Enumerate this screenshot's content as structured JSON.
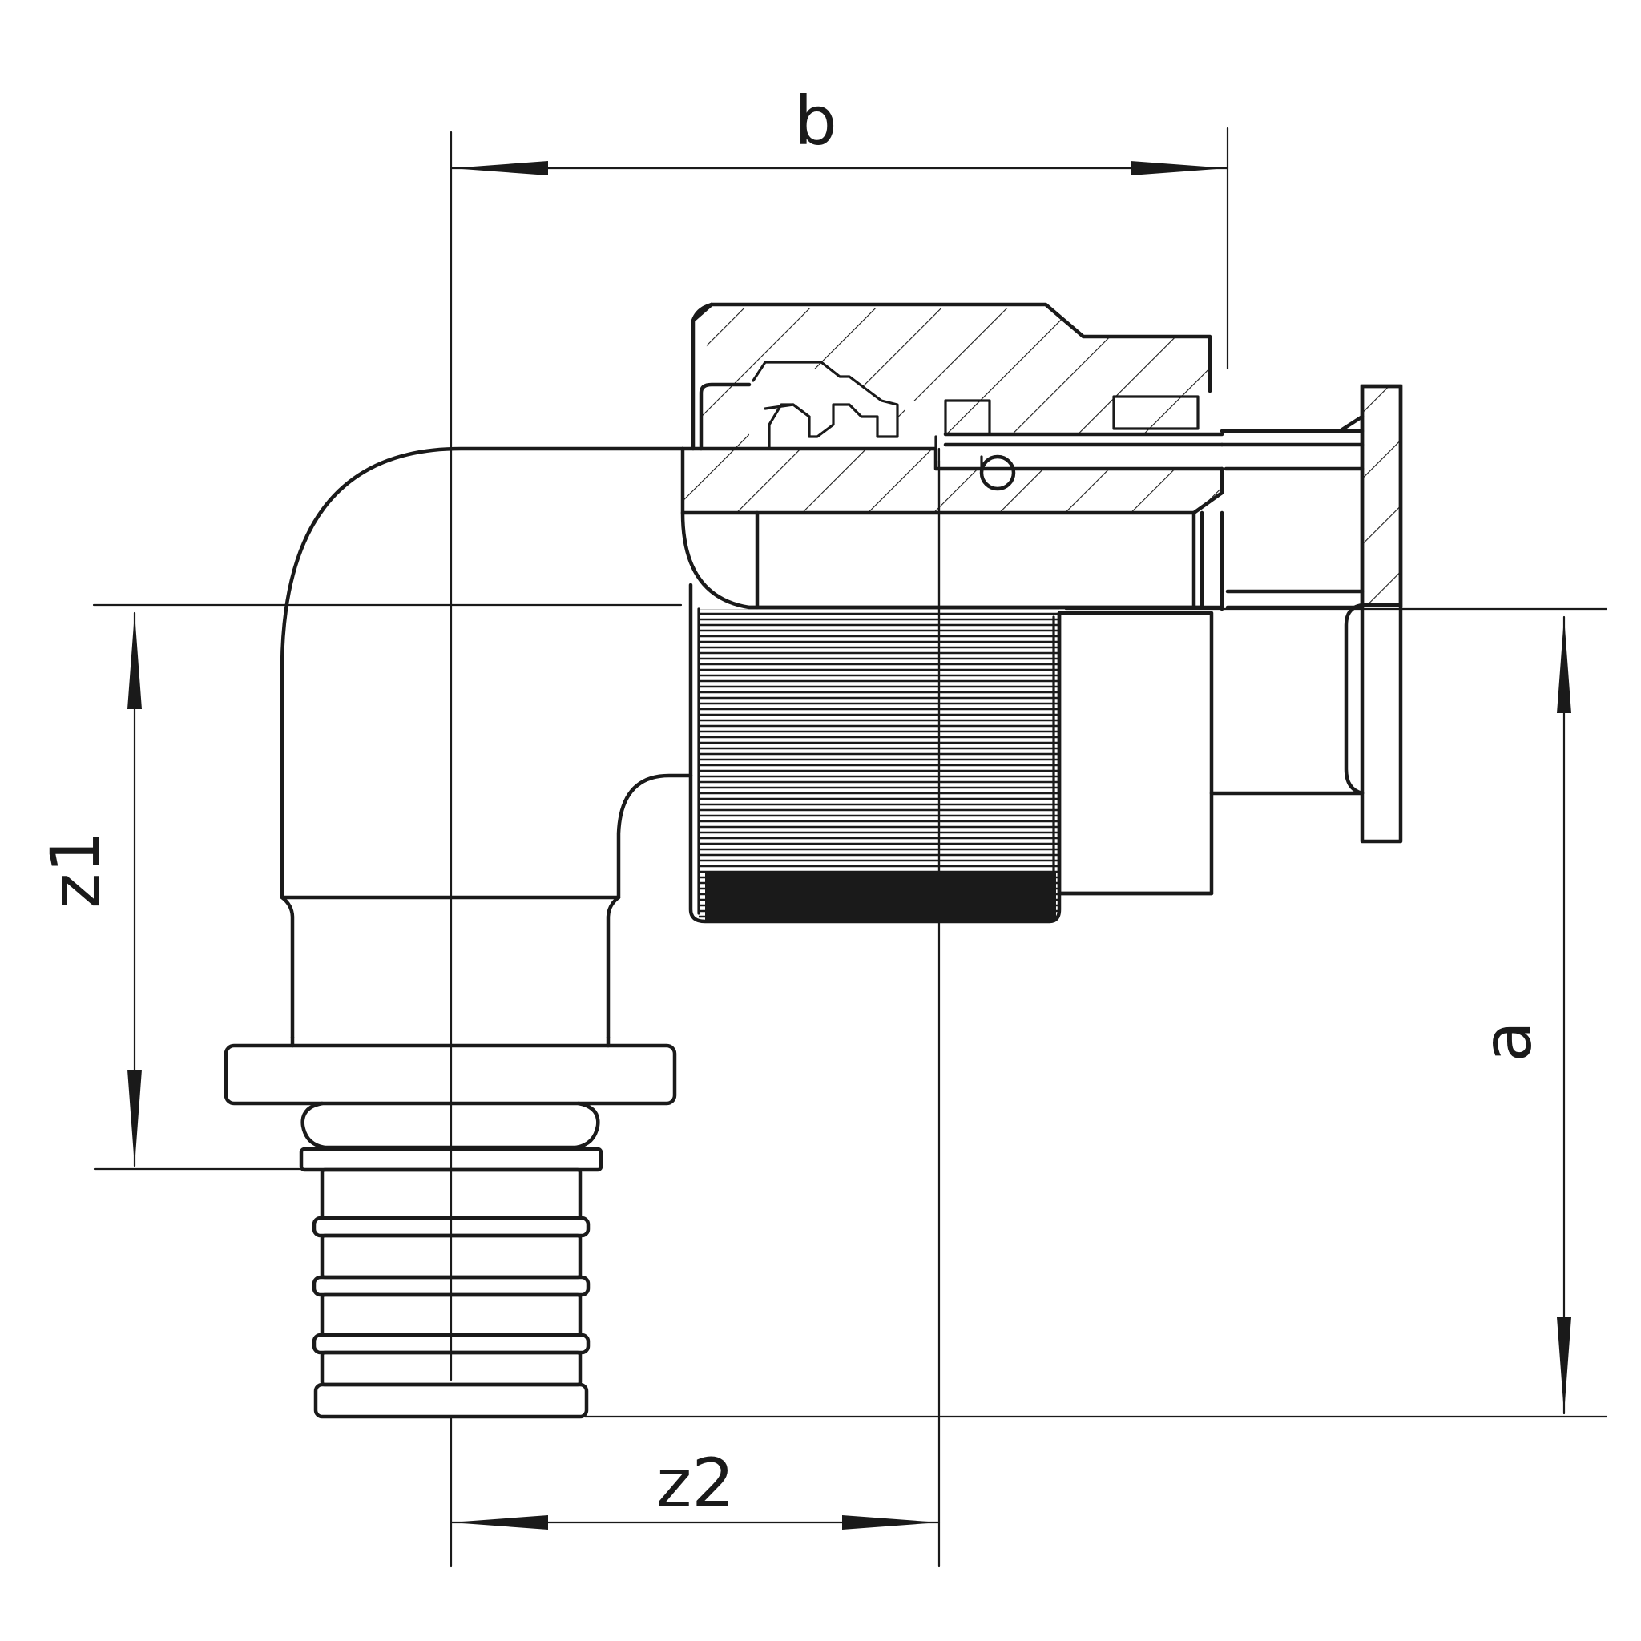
{
  "dimensions": {
    "b": "b",
    "a": "a",
    "z1": "z1",
    "z2": "z2"
  },
  "colors": {
    "line": "#1a1a1a",
    "background": "#ffffff"
  }
}
